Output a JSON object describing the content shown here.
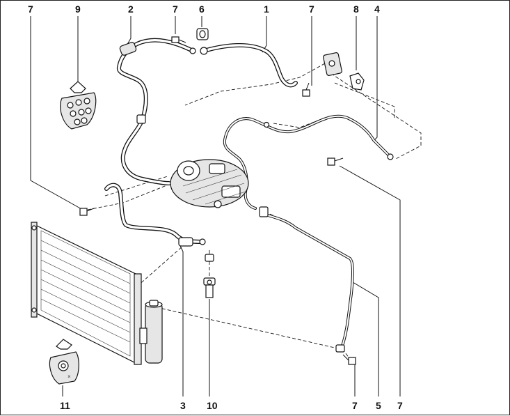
{
  "diagram": {
    "callouts": [
      {
        "id": "c-top-7a",
        "label": "7"
      },
      {
        "id": "c-top-9",
        "label": "9"
      },
      {
        "id": "c-top-2",
        "label": "2"
      },
      {
        "id": "c-top-7b",
        "label": "7"
      },
      {
        "id": "c-top-6",
        "label": "6"
      },
      {
        "id": "c-top-1",
        "label": "1"
      },
      {
        "id": "c-top-7c",
        "label": "7"
      },
      {
        "id": "c-top-8",
        "label": "8"
      },
      {
        "id": "c-top-4",
        "label": "4"
      },
      {
        "id": "c-bot-11",
        "label": "11"
      },
      {
        "id": "c-bot-3",
        "label": "3"
      },
      {
        "id": "c-bot-10",
        "label": "10"
      },
      {
        "id": "c-bot-7a",
        "label": "7"
      },
      {
        "id": "c-bot-5",
        "label": "5"
      },
      {
        "id": "c-bot-7b",
        "label": "7"
      }
    ]
  }
}
